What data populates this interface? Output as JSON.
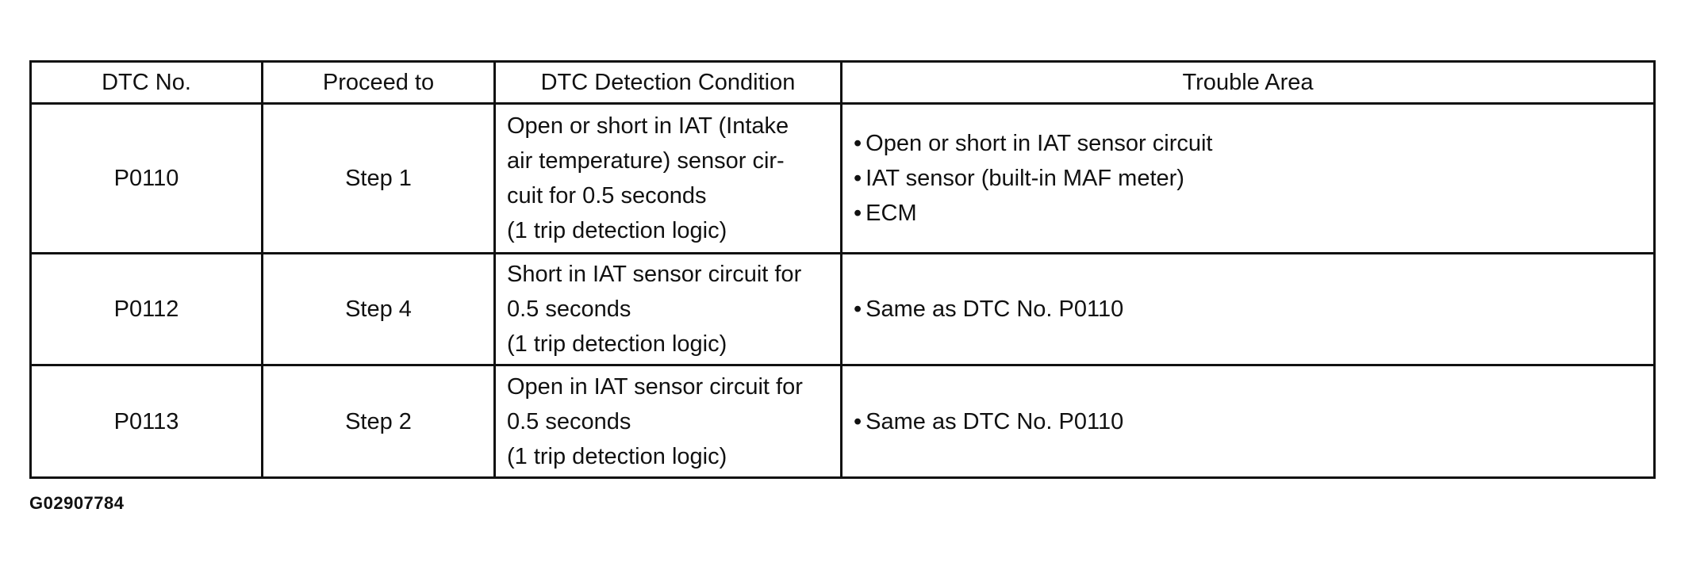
{
  "table": {
    "headers": {
      "dtc_no": "DTC No.",
      "proceed_to": "Proceed to",
      "detection_condition": "DTC Detection Condition",
      "trouble_area": "Trouble Area"
    },
    "rows": [
      {
        "dtc_no": "P0110",
        "proceed_to": "Step 1",
        "condition_lines": [
          "Open or short in IAT (Intake",
          "air temperature) sensor cir-",
          "cuit for 0.5 seconds",
          "(1 trip detection logic)"
        ],
        "trouble_area_items": [
          "Open or short in IAT sensor circuit",
          "IAT sensor (built-in MAF meter)",
          "ECM"
        ]
      },
      {
        "dtc_no": "P0112",
        "proceed_to": "Step 4",
        "condition_lines": [
          "Short in IAT sensor circuit for",
          "0.5 seconds",
          "(1 trip detection logic)"
        ],
        "trouble_area_items": [
          "Same as DTC No. P0110"
        ]
      },
      {
        "dtc_no": "P0113",
        "proceed_to": "Step 2",
        "condition_lines": [
          "Open in IAT sensor circuit for",
          "0.5 seconds",
          "(1 trip detection logic)"
        ],
        "trouble_area_items": [
          "Same as DTC No. P0110"
        ]
      }
    ]
  },
  "figure_id": "G02907784"
}
